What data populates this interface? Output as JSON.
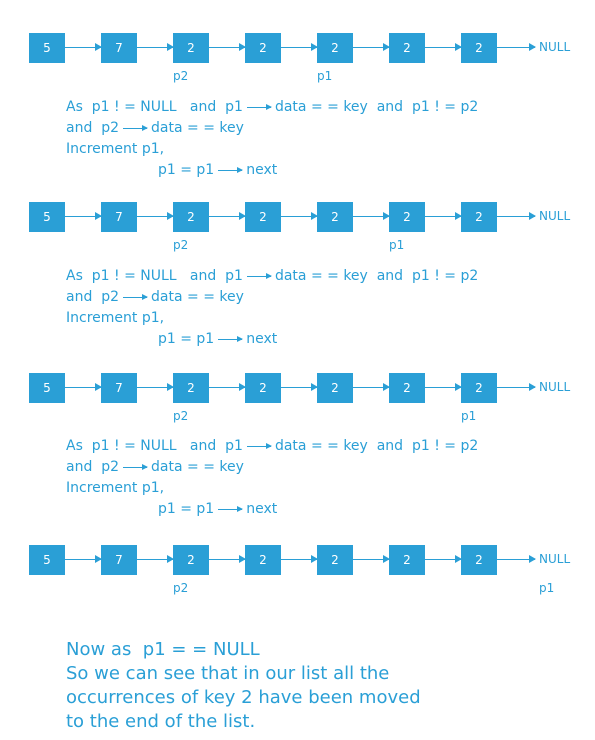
{
  "diagram": {
    "rows": [
      {
        "nodes": [
          "5",
          "7",
          "2",
          "2",
          "2",
          "2",
          "2"
        ],
        "null_label": "NULL",
        "p1": "p1",
        "p2": "p2"
      },
      {
        "nodes": [
          "5",
          "7",
          "2",
          "2",
          "2",
          "2",
          "2"
        ],
        "null_label": "NULL",
        "p1": "p1",
        "p2": "p2"
      },
      {
        "nodes": [
          "5",
          "7",
          "2",
          "2",
          "2",
          "2",
          "2"
        ],
        "null_label": "NULL",
        "p1": "p1",
        "p2": "p2"
      },
      {
        "nodes": [
          "5",
          "7",
          "2",
          "2",
          "2",
          "2",
          "2"
        ],
        "null_label": "NULL",
        "p1": "p1",
        "p2": "p2"
      }
    ],
    "explanation": {
      "line1a": "As  p1 ! = NULL   and  p1",
      "line1b": "data = = key  and  p1 ! = p2",
      "line2a": "and  p2",
      "line2b": "data = = key",
      "line3": "Increment p1,",
      "line4a": "p1 = p1",
      "line4b": "next"
    },
    "conclusion": {
      "line1": "Now as  p1 = = NULL",
      "line2": "So we can see that in our list all the",
      "line3": "occurrences of key 2 have been moved",
      "line4": "to the end of the list."
    }
  }
}
